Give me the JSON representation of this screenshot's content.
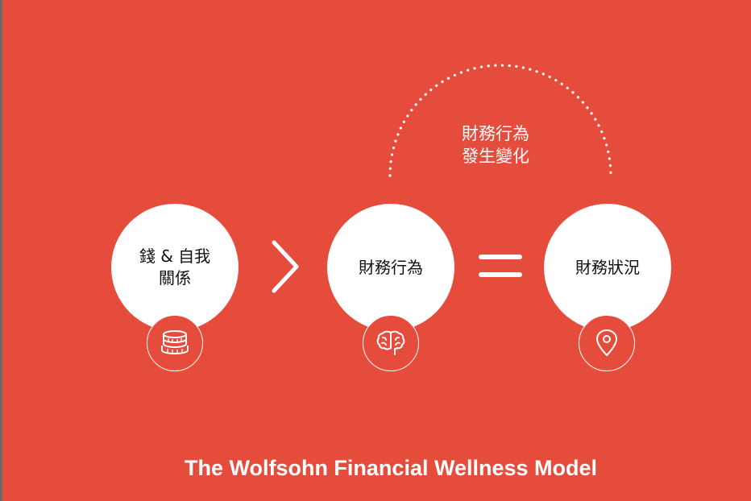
{
  "diagram": {
    "arc_label": [
      "財務行為",
      "發生變化"
    ],
    "nodes": [
      {
        "label": [
          "錢 & 自我",
          "關係"
        ],
        "icon": "coins-icon"
      },
      {
        "label": [
          "財務行為"
        ],
        "icon": "brain-icon"
      },
      {
        "label": [
          "財務狀況"
        ],
        "icon": "location-pin-icon"
      }
    ],
    "operators": [
      "chevron-right-icon",
      "equals-icon"
    ],
    "title": "The Wolfsohn Financial Wellness Model"
  },
  "colors": {
    "background": "#e54c3c",
    "foreground": "#ffffff",
    "text_dark": "#111111"
  }
}
